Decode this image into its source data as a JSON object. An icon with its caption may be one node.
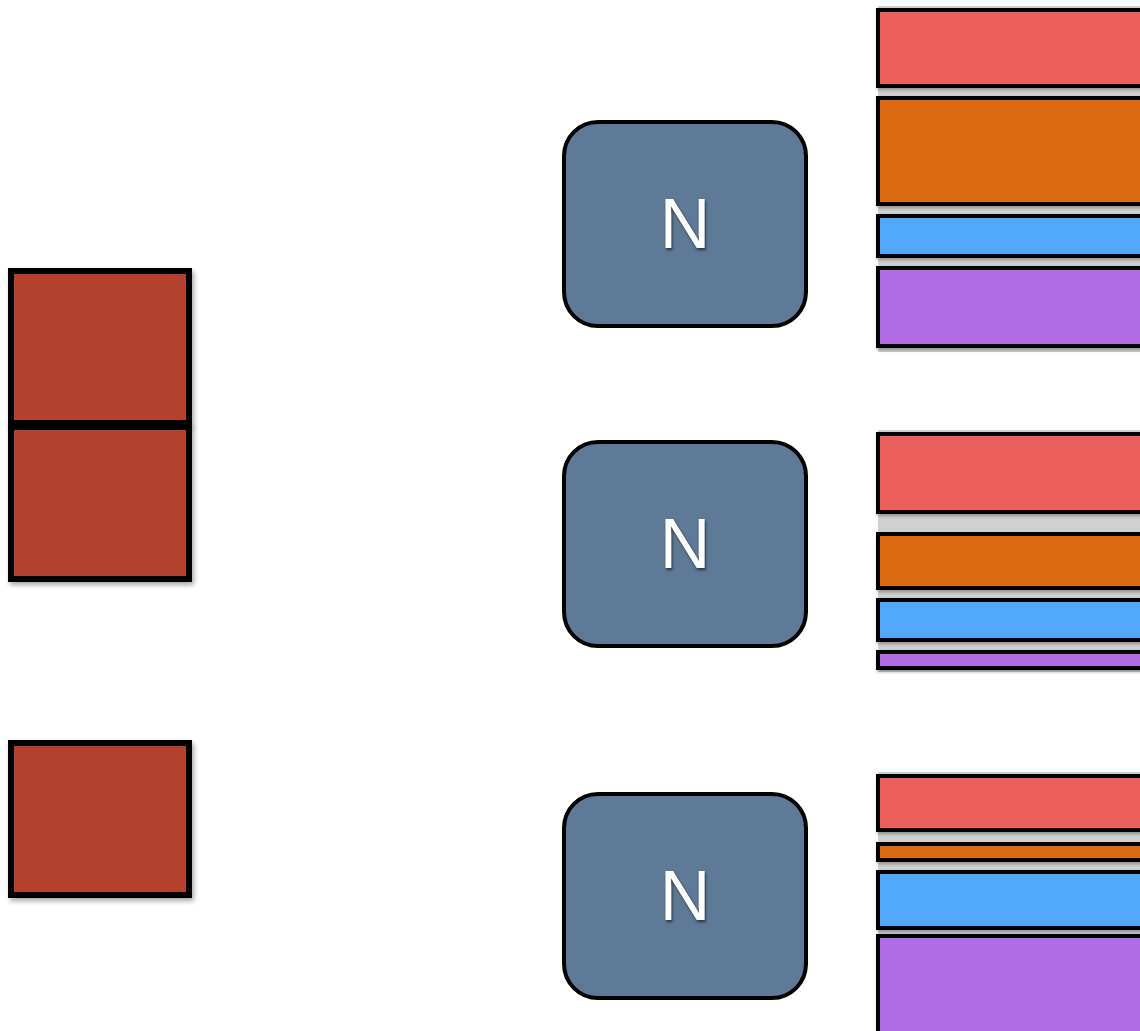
{
  "diagram": {
    "nodes": [
      {
        "text": [],
        "shape": "box"
      },
      {
        "text": [],
        "shape": "box"
      },
      {
        "text": [],
        "shape": "box"
      },
      {
        "text": [
          "N"
        ]
      },
      {
        "text": [
          "N"
        ]
      },
      {
        "text": [
          "N"
        ]
      },
      {
        "text": [],
        "shape": "bar"
      },
      {
        "text": [],
        "shape": "bar"
      },
      {
        "text": [],
        "shape": "bar"
      },
      {
        "text": [],
        "shape": "bar"
      },
      {
        "text": [],
        "shape": "bar"
      },
      {
        "text": [],
        "shape": "bar"
      },
      {
        "text": [],
        "shape": "bar"
      },
      {
        "text": [],
        "shape": "bar"
      },
      {
        "text": [],
        "shape": "bar"
      },
      {
        "text": [],
        "shape": "bar"
      },
      {
        "text": [],
        "shape": "bar"
      },
      {
        "text": [],
        "shape": "bar"
      }
    ]
  }
}
